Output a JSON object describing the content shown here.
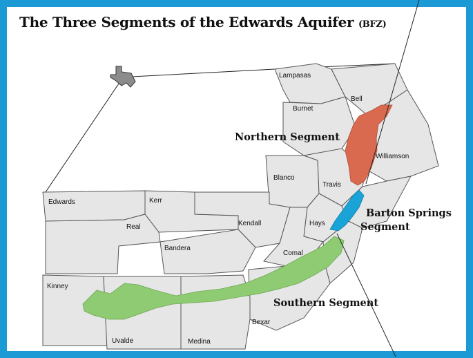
{
  "title": {
    "main": "The Three Segments of the Edwards Aquifer",
    "sub": "(BFZ)"
  },
  "counties": {
    "lampasas": "Lampasas",
    "bell": "Bell",
    "burnet": "Burnet",
    "williamson": "Williamson",
    "blanco": "Blanco",
    "travis": "Travis",
    "edwards": "Edwards",
    "kerr": "Kerr",
    "real": "Real",
    "kendall": "Kendall",
    "hays": "Hays",
    "bandera": "Bandera",
    "comal": "Comal",
    "kinney": "Kinney",
    "bexar": "Bexar",
    "uvalde": "Uvalde",
    "medina": "Medina"
  },
  "segments": {
    "northern": "Northern Segment",
    "barton_line1": "Barton Springs",
    "barton_line2": "Segment",
    "southern": "Southern Segment"
  },
  "colors": {
    "frame": "#1b9ad6",
    "county_fill": "#e6e6e6",
    "county_stroke": "#555555",
    "northern_segment": "#d9694f",
    "barton_springs_segment": "#1aa3d6",
    "southern_segment": "#8fcb72",
    "texas_inset": "#8c8c8c"
  }
}
